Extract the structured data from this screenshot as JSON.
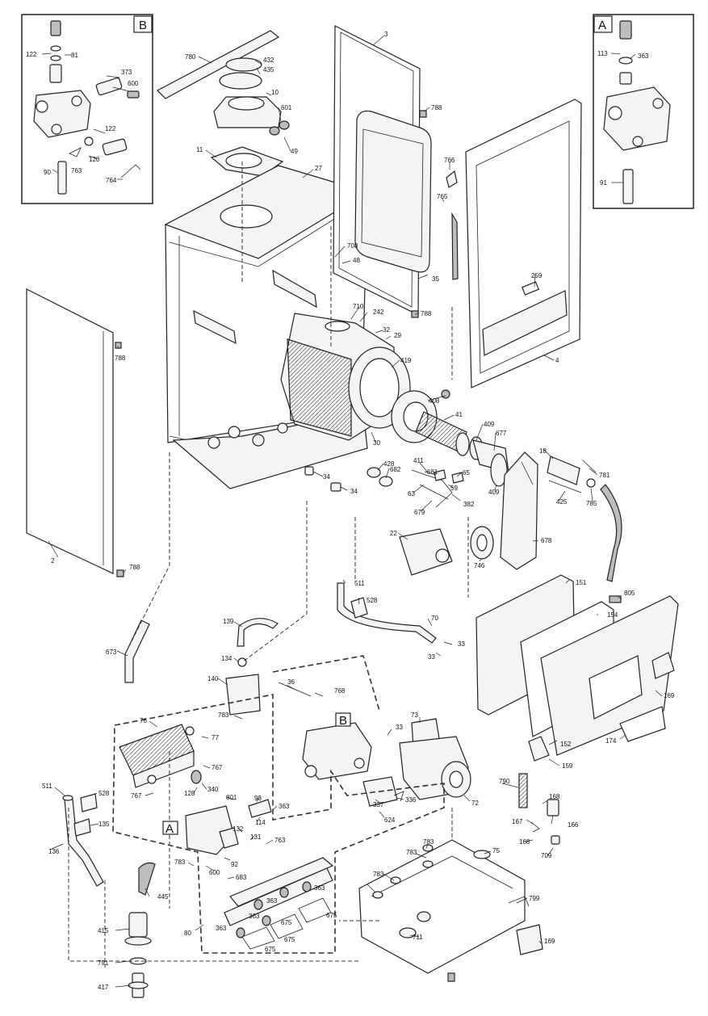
{
  "insets": {
    "left": {
      "tag": "B"
    },
    "right": {
      "tag": "A"
    }
  },
  "callout_tags": {
    "a": "A",
    "b": "B"
  },
  "labels": {
    "l122a": "122",
    "l81": "81",
    "l373": "373",
    "l600a": "600",
    "l122b": "122",
    "l120": "120",
    "l763a": "763",
    "l90": "90",
    "l764": "764",
    "l113": "113",
    "l363a": "363",
    "l91": "91",
    "l780": "780",
    "l432": "432",
    "l435": "435",
    "l10": "10",
    "l601": "601",
    "l49": "49",
    "l11": "11",
    "l27": "27",
    "l3": "3",
    "l788a": "788",
    "l766": "766",
    "l765": "765",
    "l708": "708",
    "l48": "48",
    "l35": "35",
    "l259": "259",
    "l4": "4",
    "l710": "710",
    "l242": "242",
    "l788b": "788",
    "l32": "32",
    "l29": "29",
    "l419": "419",
    "l408": "408",
    "l41": "41",
    "l409a": "409",
    "l677": "677",
    "l788c": "788",
    "l30": "30",
    "l34a": "34",
    "l34b": "34",
    "l428": "428",
    "l682": "682",
    "l411": "411",
    "l681": "681",
    "l65": "65",
    "l59": "59",
    "l63": "63",
    "l679": "679",
    "l382": "382",
    "l409b": "409",
    "l18": "18",
    "l781": "781",
    "l425": "425",
    "l785": "785",
    "l22": "22",
    "l746": "746",
    "l678": "678",
    "l2": "2",
    "l788d": "788",
    "l511a": "511",
    "l528a": "528",
    "l151": "151",
    "l805": "805",
    "l154": "154",
    "l139": "139",
    "l70": "70",
    "l33a": "33",
    "l33b": "33",
    "l673": "673",
    "l134": "134",
    "l140": "140",
    "l36": "36",
    "l768": "768",
    "l783a": "783",
    "l76": "76",
    "l77": "77",
    "l73": "73",
    "l33c": "33",
    "l169a": "169",
    "l152": "152",
    "l174": "174",
    "l159": "159",
    "l767a": "767",
    "l128": "128",
    "l340": "340",
    "l767b": "767",
    "l801": "801",
    "l98": "98",
    "l363b": "363",
    "l114": "114",
    "l337": "337",
    "l336": "336",
    "l72": "72",
    "l624": "624",
    "l790": "790",
    "l168a": "168",
    "l167": "167",
    "l166": "166",
    "l168b": "168",
    "l709": "709",
    "l511b": "511",
    "l528b": "528",
    "l135": "135",
    "l132": "132",
    "l131": "131",
    "l763b": "763",
    "l136": "136",
    "l783b": "783",
    "l600b": "600",
    "l92": "92",
    "l683": "683",
    "l783c": "783",
    "l783d": "783",
    "l75": "75",
    "l363c": "363",
    "l363d": "363",
    "l363e": "363",
    "l363f": "363",
    "l675a": "675",
    "l675b": "675",
    "l675c": "675",
    "l675d": "675",
    "l783e": "783",
    "l799": "799",
    "l445": "445",
    "l415": "415",
    "l80": "80",
    "l711": "711",
    "l169b": "169",
    "l791": "791",
    "l417": "417"
  }
}
